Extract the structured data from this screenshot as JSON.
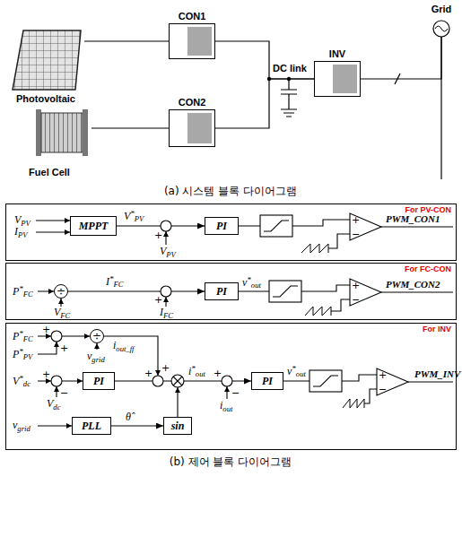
{
  "diagram": {
    "nodes": [
      {
        "text": [
          "Photovoltaic"
        ]
      },
      {
        "text": [
          "CON1"
        ]
      },
      {
        "text": [
          "Fuel Cell"
        ]
      },
      {
        "text": [
          "CON2"
        ]
      },
      {
        "text": [
          "INV"
        ]
      },
      {
        "text": [
          "Grid"
        ]
      },
      {
        "text": [
          "For PV-CON"
        ]
      },
      {
        "text": [
          "MPPT"
        ],
        "in": 6
      },
      {
        "text": [
          "PI"
        ],
        "in": 6
      },
      {
        "text": [
          "For FC-CON"
        ]
      },
      {
        "text": [
          "÷"
        ],
        "in": 9
      },
      {
        "text": [
          "PI"
        ],
        "in": 9
      },
      {
        "text": [
          "For INV"
        ]
      },
      {
        "text": [
          "÷"
        ],
        "in": 12
      },
      {
        "text": [
          "PI"
        ],
        "in": 12
      },
      {
        "text": [
          "PI"
        ],
        "in": 12
      },
      {
        "text": [
          "PLL"
        ],
        "in": 12
      },
      {
        "text": [
          "sin"
        ],
        "in": 12
      }
    ],
    "edges": [
      {
        "from": 0,
        "to": 1,
        "arrow": "none"
      },
      {
        "from": 2,
        "to": 3,
        "arrow": "none"
      },
      {
        "from": 1,
        "to": 4,
        "arrow": "none"
      },
      {
        "from": 3,
        "to": 4,
        "arrow": "none"
      },
      {
        "from": 4,
        "to": 5,
        "arrow": "none"
      },
      {
        "from": 7,
        "to": 8,
        "arrow": "to"
      },
      {
        "from": 10,
        "to": 11,
        "arrow": "to"
      },
      {
        "from": 14,
        "to": 15,
        "arrow": "to"
      },
      {
        "from": 16,
        "to": 17,
        "arrow": "to"
      }
    ],
    "labels": [
      "DC link",
      "(a) 시스템 블록 다이어그램",
      "VPV",
      "IPV",
      "V*PV",
      "+",
      "VPV",
      "+",
      "−",
      "PWM_CON1",
      "P*FC",
      "VFC",
      "I*FC",
      "+",
      "IFC",
      "v*out",
      "+",
      "−",
      "PWM_CON2",
      "P*FC",
      "+",
      "P*PV",
      "+",
      "vgrid",
      "iout_ff",
      "V*dc",
      "+",
      "−",
      "Vdc",
      "+",
      "+",
      "i*out",
      "+",
      "−",
      "iout",
      "v*out",
      "+",
      "−",
      "PWM_INV",
      "vgrid",
      "θ̂",
      "(b) 제어 블록 다이어그램"
    ]
  }
}
